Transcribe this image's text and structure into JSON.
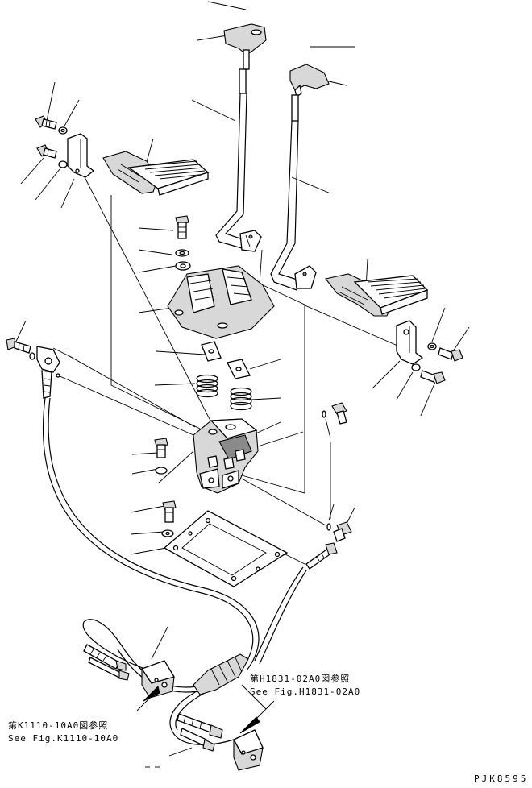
{
  "references": [
    {
      "jp": "第H1831-02A0図参照",
      "en": "See Fig.H1831-02A0"
    },
    {
      "jp": "第K1110-10A0図参照",
      "en": "See Fig.K1110-10A0"
    }
  ],
  "drawing_code": "PJK8595"
}
